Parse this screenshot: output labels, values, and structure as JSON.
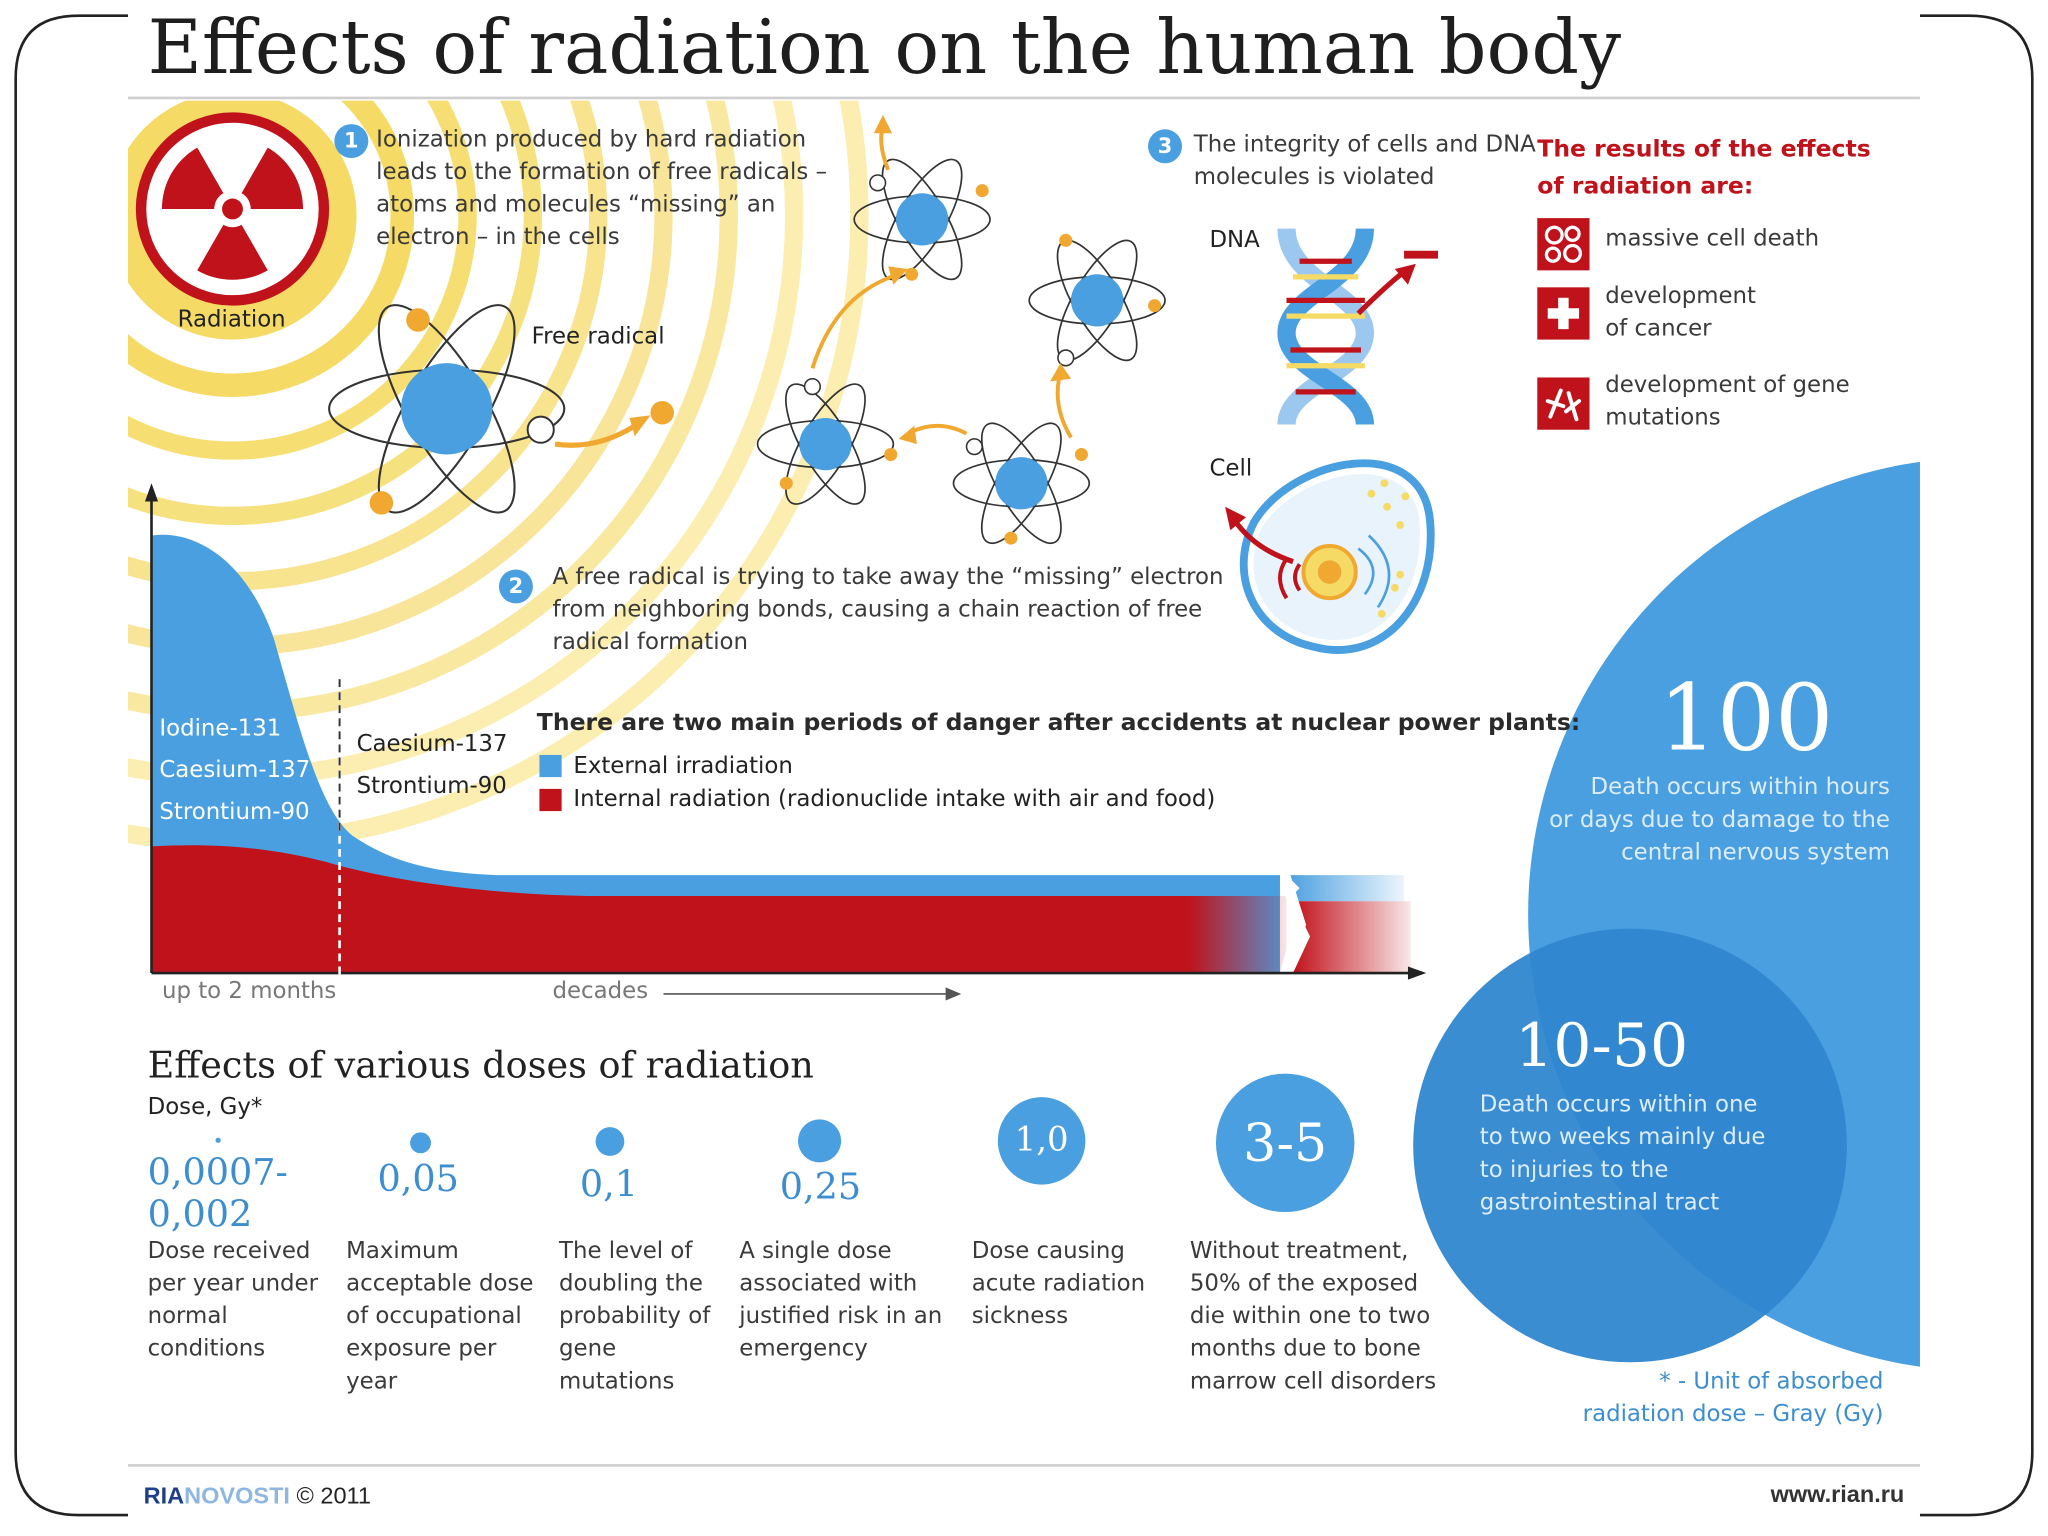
{
  "title": "Effects of radiation on the human body",
  "radiation_label": "Radiation",
  "steps": [
    {
      "num": "1",
      "text": "Ionization produced by hard radiation\nleads to the formation of free radicals –\natoms and molecules “missing” an\nelectron – in the cells"
    },
    {
      "num": "2",
      "text": "A free radical is trying to take away the “missing” electron\nfrom neighboring bonds, causing a chain reaction of free\nradical formation"
    },
    {
      "num": "3",
      "text": "The integrity of cells and DNA\nmolecules is violated"
    }
  ],
  "free_radical_label": "Free radical",
  "dna_label": "DNA",
  "cell_label": "Cell",
  "results": {
    "heading": "The results of the effects\nof radiation are:",
    "items": [
      {
        "icon": "cell-death-icon",
        "text": "massive cell death"
      },
      {
        "icon": "cross-icon",
        "text": "development\nof cancer"
      },
      {
        "icon": "chromosome-icon",
        "text": "development of gene\nmutations"
      }
    ]
  },
  "periods": {
    "heading": "There are two main periods of danger after accidents at nuclear power plants:",
    "legend": [
      {
        "label": "External irradiation",
        "color": "#4a9fe0"
      },
      {
        "label": "Internal radiation (radionuclide intake with air and food)",
        "color": "#c0121a"
      }
    ],
    "early_isotopes": [
      "Iodine-131",
      "Caesium-137",
      "Strontium-90"
    ],
    "late_isotopes": [
      "Caesium-137",
      "Strontium-90"
    ],
    "axis_early": "up to 2 months",
    "axis_late": "decades"
  },
  "big_doses": [
    {
      "value": "100",
      "text": "Death occurs within hours\nor days due to damage to the\ncentral nervous system"
    },
    {
      "value": "10-50",
      "text": "Death occurs within one\nto two weeks mainly due\nto injuries to the\ngastrointestinal tract"
    }
  ],
  "doses": {
    "heading": "Effects of various doses of radiation",
    "unit_label": "Dose, Gy*",
    "items": [
      {
        "value": "0,0007-\n0,002",
        "text": "Dose received\nper year under\nnormal\nconditions"
      },
      {
        "value": "0,05",
        "text": "Maximum\nacceptable dose\nof occupational\nexposure per\nyear"
      },
      {
        "value": "0,1",
        "text": "The level of\ndoubling the\nprobability of\ngene\nmutations"
      },
      {
        "value": "0,25",
        "text": "A single dose\nassociated with\njustified risk in an\nemergency"
      },
      {
        "value": "1,0",
        "text": "Dose causing\nacute radiation\nsickness"
      },
      {
        "value": "3-5",
        "text": "Without treatment,\n50% of the exposed\ndie within one to two\nmonths due to bone\nmarrow cell disorders"
      }
    ]
  },
  "footnote": "* - Unit of absorbed\nradiation dose – Gray (Gy)",
  "footer": {
    "brand_ria": "RIA",
    "brand_novosti": "NOVOSTI",
    "copyright": "© 2011",
    "url": "www.rian.ru"
  },
  "colors": {
    "blue": "#4a9fe0",
    "red": "#c0121a",
    "yellow": "#f6e27a",
    "orange": "#f0a830"
  }
}
